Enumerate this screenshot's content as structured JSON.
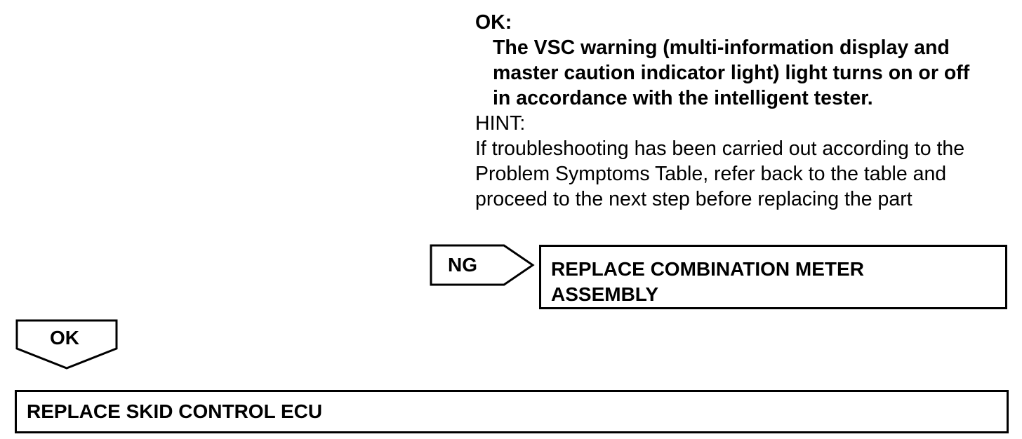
{
  "spec": {
    "ok_label": "OK:",
    "ok_lines": [
      "The VSC warning (multi-information display and",
      "master caution indicator light) light turns on or off",
      "in accordance with the intelligent tester."
    ],
    "hint_label": "HINT:",
    "hint_lines": [
      "If troubleshooting has been carried out according to the",
      "Problem Symptoms Table, refer back to the table and",
      "proceed to the next step before replacing the part"
    ]
  },
  "ng_branch": {
    "label": "NG",
    "action_lines": [
      "REPLACE COMBINATION METER",
      "ASSEMBLY"
    ]
  },
  "ok_branch": {
    "label": "OK",
    "action": "REPLACE SKID CONTROL ECU"
  }
}
